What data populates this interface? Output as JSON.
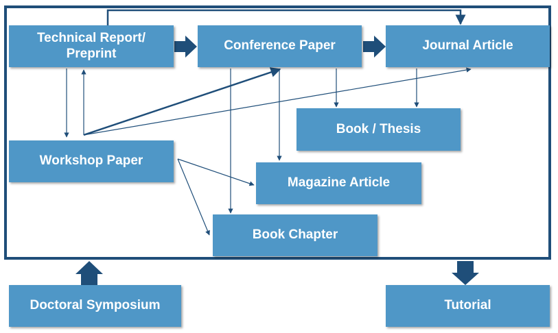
{
  "nodes": {
    "technical_report": "Technical Report/\nPreprint",
    "conference_paper": "Conference Paper",
    "journal_article": "Journal Article",
    "book_thesis": "Book / Thesis",
    "workshop_paper": "Workshop Paper",
    "magazine_article": "Magazine Article",
    "book_chapter": "Book Chapter",
    "doctoral_symposium": "Doctoral Symposium",
    "tutorial": "Tutorial"
  },
  "colors": {
    "box": "#4f97c7",
    "frame": "#1f4e79",
    "arrow": "#1f4e79"
  }
}
